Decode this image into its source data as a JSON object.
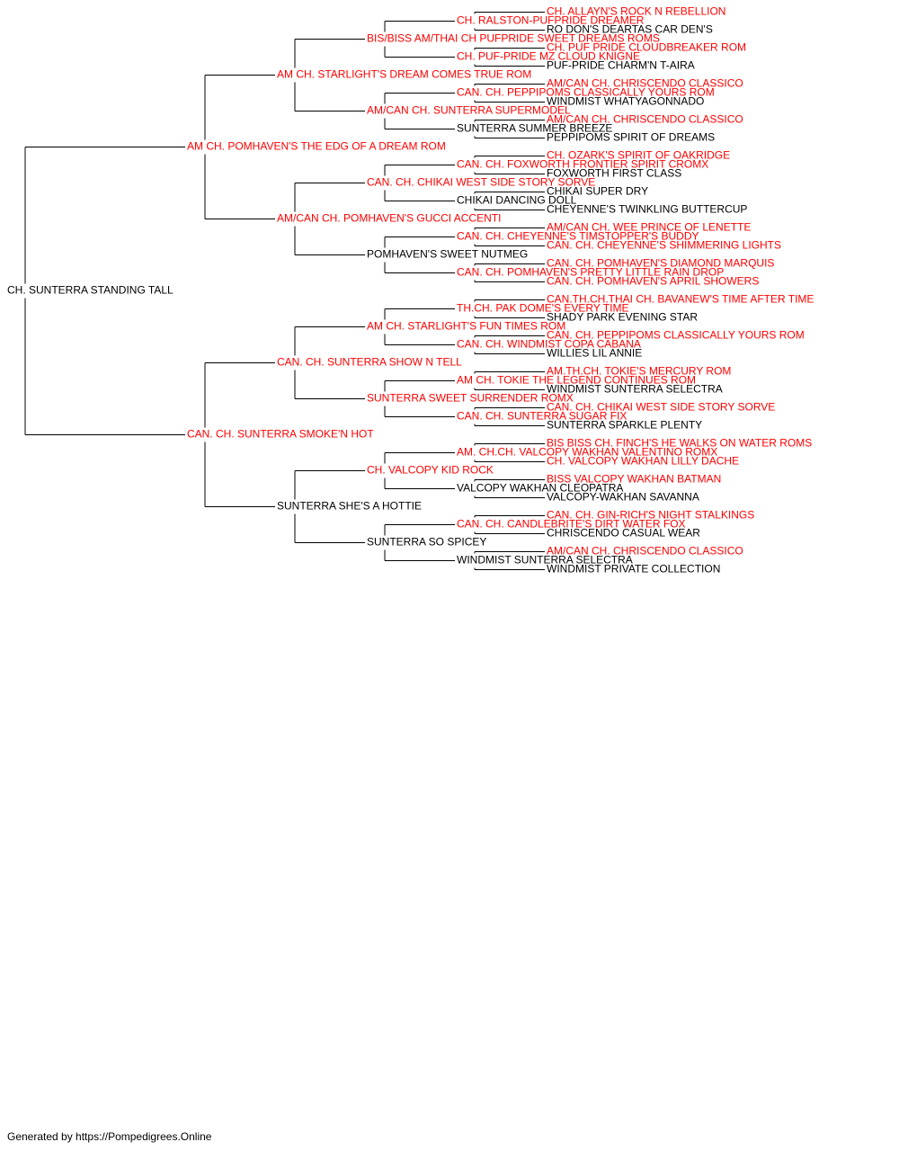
{
  "colors": {
    "champion": "#ff0000",
    "normal": "#000000",
    "line": "#000000"
  },
  "pedigree": {
    "name": "CH. SUNTERRA STANDING TALL",
    "champion": false,
    "sire": {
      "name": "AM CH. POMHAVEN'S THE EDG OF A DREAM ROM",
      "champion": true,
      "sire": {
        "name": "AM CH. STARLIGHT'S DREAM COMES TRUE ROM",
        "champion": true,
        "sire": {
          "name": "BIS/BISS AM/THAI CH PUFPRIDE SWEET DREAMS ROMS",
          "champion": true,
          "sire": {
            "name": "CH. RALSTON-PUFPRIDE DREAMER",
            "champion": true,
            "sire": {
              "name": "CH. ALLAYN'S ROCK N REBELLION",
              "champion": true
            },
            "dam": {
              "name": "RO DON'S DEARTAS CAR DEN'S",
              "champion": false
            }
          },
          "dam": {
            "name": "CH. PUF-PRIDE MZ CLOUD KNIGNE",
            "champion": true,
            "sire": {
              "name": "CH. PUF PRIDE CLOUDBREAKER ROM",
              "champion": true
            },
            "dam": {
              "name": "PUF-PRIDE CHARM'N T-AIRA",
              "champion": false
            }
          }
        },
        "dam": {
          "name": "AM/CAN CH. SUNTERRA SUPERMODEL",
          "champion": true,
          "sire": {
            "name": "CAN. CH. PEPPIPOMS CLASSICALLY YOURS ROM",
            "champion": true,
            "sire": {
              "name": "AM/CAN CH. CHRISCENDO CLASSICO",
              "champion": true
            },
            "dam": {
              "name": "WINDMIST WHATYAGONNADO",
              "champion": false
            }
          },
          "dam": {
            "name": "SUNTERRA SUMMER BREEZE",
            "champion": false,
            "sire": {
              "name": "AM/CAN CH. CHRISCENDO CLASSICO",
              "champion": true
            },
            "dam": {
              "name": "PEPPIPOMS SPIRIT OF DREAMS",
              "champion": false
            }
          }
        }
      },
      "dam": {
        "name": "AM/CAN CH. POMHAVEN'S GUCCI ACCENTI",
        "champion": true,
        "sire": {
          "name": "CAN. CH. CHIKAI WEST SIDE STORY SORVE",
          "champion": true,
          "sire": {
            "name": "CAN. CH. FOXWORTH FRONTIER SPIRIT CROMX",
            "champion": true,
            "sire": {
              "name": "CH. OZARK'S SPIRIT OF OAKRIDGE",
              "champion": true
            },
            "dam": {
              "name": "FOXWORTH FIRST CLASS",
              "champion": false
            }
          },
          "dam": {
            "name": "CHIKAI DANCING DOLL",
            "champion": false,
            "sire": {
              "name": "CHIKAI SUPER DRY",
              "champion": false
            },
            "dam": {
              "name": "CHEYENNE'S TWINKLING BUTTERCUP",
              "champion": false
            }
          }
        },
        "dam": {
          "name": "POMHAVEN'S SWEET NUTMEG",
          "champion": false,
          "sire": {
            "name": "CAN. CH. CHEYENNE'S TIMSTOPPER'S BUDDY",
            "champion": true,
            "sire": {
              "name": "AM/CAN CH. WEE PRINCE OF LENETTE",
              "champion": true
            },
            "dam": {
              "name": "CAN. CH. CHEYENNE'S SHIMMERING LIGHTS",
              "champion": true
            }
          },
          "dam": {
            "name": "CAN. CH. POMHAVEN'S PRETTY LITTLE RAIN DROP",
            "champion": true,
            "sire": {
              "name": "CAN. CH. POMHAVEN'S DIAMOND MARQUIS",
              "champion": true
            },
            "dam": {
              "name": "CAN. CH. POMHAVEN'S APRIL SHOWERS",
              "champion": true
            }
          }
        }
      }
    },
    "dam": {
      "name": "CAN. CH. SUNTERRA SMOKE'N HOT",
      "champion": true,
      "sire": {
        "name": "CAN. CH. SUNTERRA SHOW N TELL",
        "champion": true,
        "sire": {
          "name": "AM CH. STARLIGHT'S FUN TIMES ROM",
          "champion": true,
          "sire": {
            "name": "TH.CH. PAK DOME'S EVERY TIME",
            "champion": true,
            "sire": {
              "name": "CAN.TH.CH.THAI CH. BAVANEW'S TIME AFTER TIME",
              "champion": true
            },
            "dam": {
              "name": "SHADY PARK EVENING STAR",
              "champion": false
            }
          },
          "dam": {
            "name": "CAN. CH. WINDMIST COPA CABANA",
            "champion": true,
            "sire": {
              "name": "CAN. CH. PEPPIPOMS CLASSICALLY YOURS ROM",
              "champion": true
            },
            "dam": {
              "name": "WILLIES LIL ANNIE",
              "champion": false
            }
          }
        },
        "dam": {
          "name": "SUNTERRA SWEET SURRENDER ROMX",
          "champion": true,
          "sire": {
            "name": "AM CH. TOKIE THE LEGEND CONTINUES ROM",
            "champion": true,
            "sire": {
              "name": "AM.TH.CH. TOKIE'S MERCURY ROM",
              "champion": true
            },
            "dam": {
              "name": "WINDMIST SUNTERRA SELECTRA",
              "champion": false
            }
          },
          "dam": {
            "name": "CAN. CH. SUNTERRA SUGAR FIX",
            "champion": true,
            "sire": {
              "name": "CAN. CH. CHIKAI WEST SIDE STORY SORVE",
              "champion": true
            },
            "dam": {
              "name": "SUNTERRA SPARKLE PLENTY",
              "champion": false
            }
          }
        }
      },
      "dam": {
        "name": "SUNTERRA SHE'S A HOTTIE",
        "champion": false,
        "sire": {
          "name": "CH. VALCOPY KID ROCK",
          "champion": true,
          "sire": {
            "name": "AM. CH.CH. VALCOPY WAKHAN VALENTINO ROMX",
            "champion": true,
            "sire": {
              "name": "BIS BISS CH. FINCH'S HE WALKS ON WATER ROMS",
              "champion": true
            },
            "dam": {
              "name": "CH. VALCOPY WAKHAN LILLY DACHE",
              "champion": true
            }
          },
          "dam": {
            "name": "VALCOPY WAKHAN CLEOPATRA",
            "champion": false,
            "sire": {
              "name": "BISS VALCOPY WAKHAN BATMAN",
              "champion": true
            },
            "dam": {
              "name": "VALCOPY-WAKHAN SAVANNA",
              "champion": false
            }
          }
        },
        "dam": {
          "name": "SUNTERRA SO SPICEY",
          "champion": false,
          "sire": {
            "name": "CAN. CH. CANDLEBRITE'S DIRT WATER FOX",
            "champion": true,
            "sire": {
              "name": "CAN. CH. GIN-RICH'S NIGHT STALKINGS",
              "champion": true
            },
            "dam": {
              "name": "CHRISCENDO CASUAL WEAR",
              "champion": false
            }
          },
          "dam": {
            "name": "WINDMIST SUNTERRA SELECTRA",
            "champion": false,
            "sire": {
              "name": "AM/CAN CH. CHRISCENDO CLASSICO",
              "champion": true
            },
            "dam": {
              "name": "WINDMIST PRIVATE COLLECTION",
              "champion": false
            }
          }
        }
      }
    }
  },
  "footer": "Generated by https://Pompedigrees.Online"
}
